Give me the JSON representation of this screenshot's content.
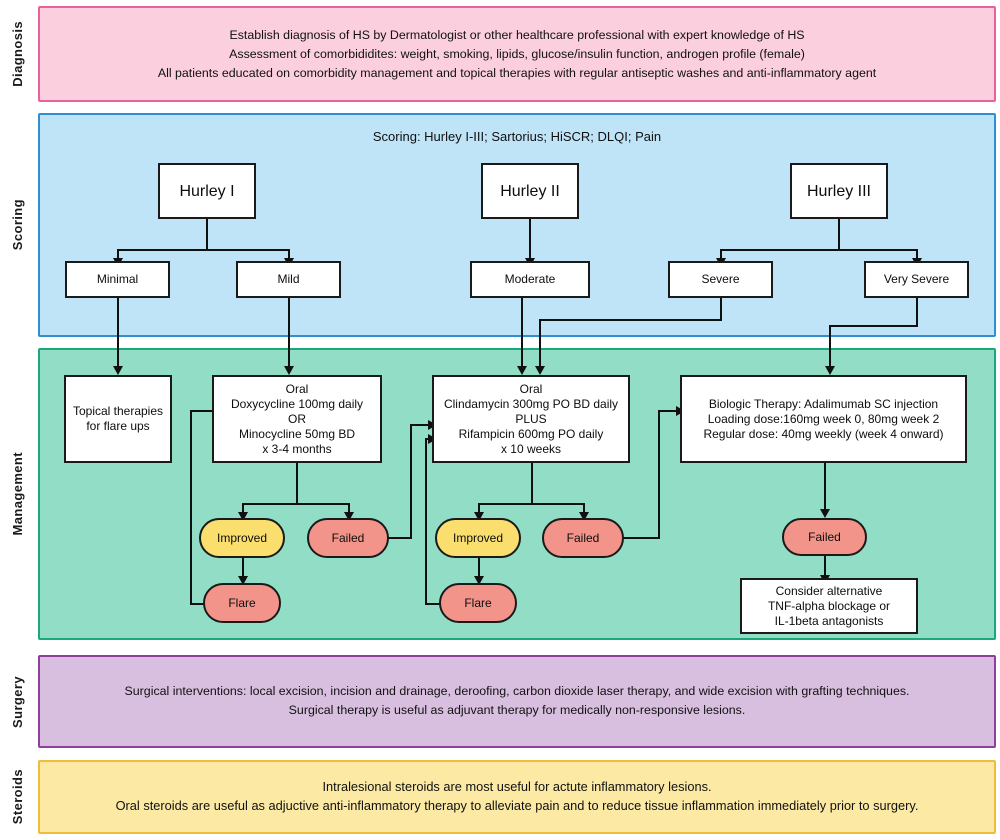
{
  "rails": [
    {
      "key": "diagnosis",
      "label": "Diagnosis"
    },
    {
      "key": "scoring",
      "label": "Scoring"
    },
    {
      "key": "management",
      "label": "Management"
    },
    {
      "key": "surgery",
      "label": "Surgery"
    },
    {
      "key": "steroids",
      "label": "Steroids"
    }
  ],
  "diagnosis": {
    "line1": "Establish diagnosis of HS by Dermatologist or other healthcare professional with expert knowledge of HS",
    "line2": "Assessment of comorbididites: weight, smoking, lipids, glucose/insulin function, androgen profile (female)",
    "line3": "All patients educated on comorbidity management and topical therapies with regular antiseptic washes and anti-inflammatory agent"
  },
  "scoring": {
    "header": "Scoring: Hurley I-III; Sartorius; HiSCR; DLQI; Pain",
    "hurley1": "Hurley I",
    "hurley2": "Hurley II",
    "hurley3": "Hurley III",
    "minimal": "Minimal",
    "mild": "Mild",
    "moderate": "Moderate",
    "severe": "Severe",
    "very_severe": "Very Severe"
  },
  "management": {
    "topical": "Topical therapies\nfor flare ups",
    "oral_tetracycline": "Oral\nDoxycycline 100mg daily\nOR\nMinocycline 50mg BD\nx 3-4 months",
    "oral_clinda_rif": "Oral\nClindamycin 300mg PO BD daily\nPLUS\nRifampicin 600mg PO daily\nx 10 weeks",
    "biologic": "Biologic Therapy: Adalimumab SC injection\nLoading dose:160mg week 0, 80mg week 2\nRegular dose: 40mg weekly (week 4 onward)",
    "improved_1": "Improved",
    "failed_1": "Failed",
    "flare_1": "Flare",
    "improved_2": "Improved",
    "failed_2": "Failed",
    "flare_2": "Flare",
    "failed_3": "Failed",
    "alternative": "Consider alternative\nTNF-alpha blockage or\nIL-1beta antagonists"
  },
  "surgery": {
    "line1": "Surgical interventions: local excision, incision and drainage, deroofing, carbon dioxide laser therapy, and wide excision with grafting techniques.",
    "line2": "Surgical therapy is useful as adjuvant therapy for medically non-responsive lesions."
  },
  "steroids": {
    "line1": "Intralesional steroids are most useful for actute inflammatory lesions.",
    "line2": "Oral steroids are useful as adjuctive anti-inflammatory therapy to alleviate pain and to reduce tissue inflammation immediately prior to surgery."
  },
  "colors": {
    "diagnosis_fill": "#fbcfdd",
    "diagnosis_border": "#e8619d",
    "scoring_fill": "#bfe3f7",
    "scoring_border": "#2f8fd0",
    "management_fill": "#92ddc5",
    "management_border": "#1aa87a",
    "surgery_fill": "#d9bfdf",
    "surgery_border": "#8e3f99",
    "steroids_fill": "#fbe9a4",
    "steroids_border": "#f0bc3c",
    "node_fill": "#ffffff",
    "improved_fill": "#fadf6e",
    "failed_fill": "#f3948b",
    "stroke": "#101010"
  }
}
